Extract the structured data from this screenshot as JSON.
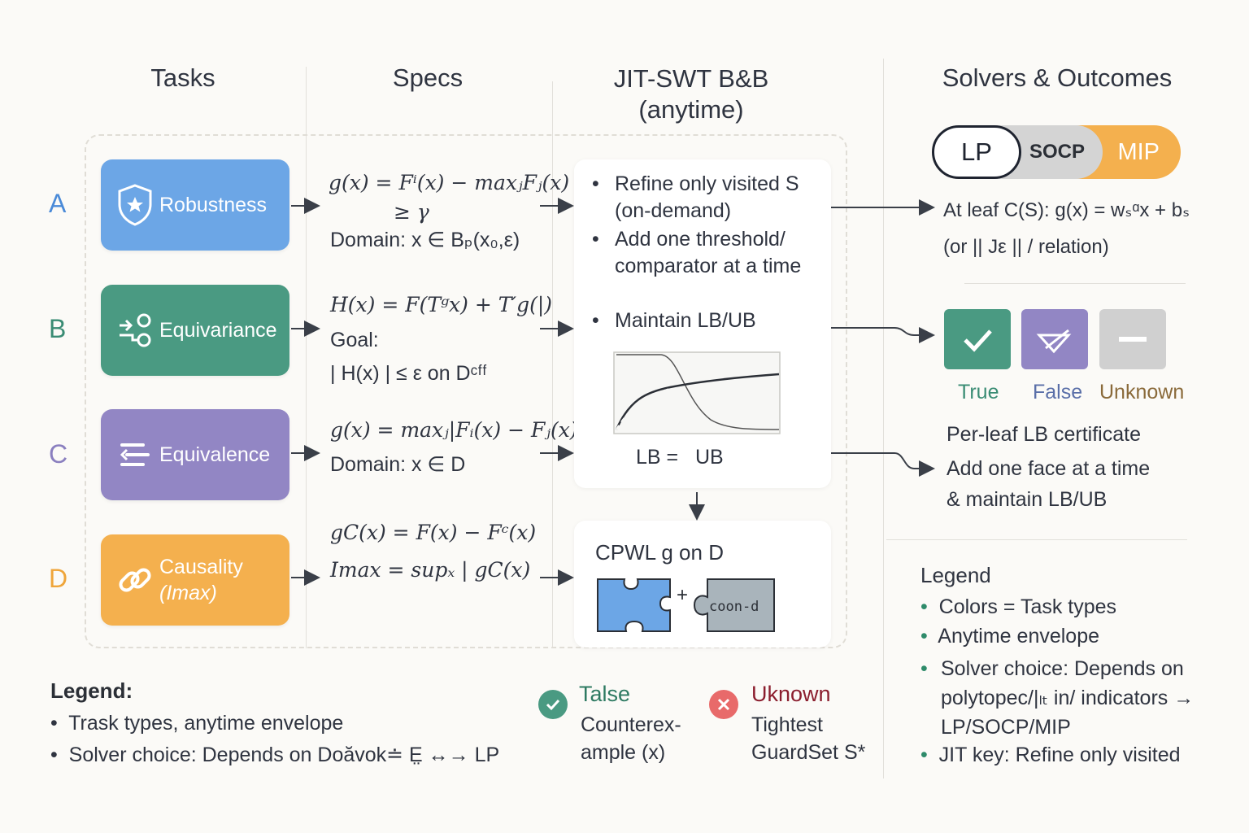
{
  "headers": {
    "tasks": "Tasks",
    "specs": "Specs",
    "jit_line1": "JIT-SWT B&B",
    "jit_line2": "(anytime)",
    "solvers": "Solvers & Outcomes"
  },
  "rows": [
    {
      "letter": "A",
      "color": "#4a8ad8",
      "task": "Robustness",
      "task_sub": "",
      "task_color": "#6ca6e6",
      "icon": "shield-star-icon"
    },
    {
      "letter": "B",
      "color": "#3a8c74",
      "task": "Equivariance",
      "task_sub": "",
      "task_color": "#4a9a82",
      "icon": "nodes-icon"
    },
    {
      "letter": "C",
      "color": "#8a7fbf",
      "task": "Equivalence",
      "task_sub": "",
      "task_color": "#9286c4",
      "icon": "sliders-icon"
    },
    {
      "letter": "D",
      "color": "#efa53a",
      "task": "Causality",
      "task_sub": "(Imax)",
      "task_color": "#f4b04e",
      "icon": "link-icon"
    }
  ],
  "specs": {
    "a_line1": "g(x) = Fⁱ(x) − maxⱼFⱼ(x)",
    "a_line2": "≥ γ",
    "a_line3": "Domain: x ∈ Bₚ(x₀,ε)",
    "b_line1": "H(x) = F(Tᵍx) + T′g(|)",
    "b_line2": "Goal:",
    "b_line3": "| H(x) | ≤ ε on Dᶜᶠᶠ",
    "c_line1": "g(x) = maxⱼ|Fᵢ(x) − Fⱼ(x)",
    "c_line2": "Domain: x ∈ D",
    "d_line1": "gC(x) = F(x) − Fᶜ(x)",
    "d_line2": "Imax = supₓ | gC(x)"
  },
  "jit": {
    "bullets": [
      "Refine only visited S (on-demand)",
      "Add one threshold/ comparator at a time",
      "Maintain  LB/UB"
    ],
    "bound_label": "LB =   UB",
    "cpwl_title": "CPWL g on D",
    "puzzle_plus": "+",
    "puzzle_label": "coon-d"
  },
  "solvers": {
    "pills": [
      "LP",
      "SOCP",
      "MIP"
    ],
    "leaf_line1": "At leaf C(S): g(x) = wₛᵅx + bₛ",
    "leaf_line2": "(or || Jε || / relation)",
    "outcomes": [
      {
        "label": "True",
        "color": "#3a8c74",
        "box": "#4a9a82",
        "icon": "check-icon"
      },
      {
        "label": "False",
        "color": "#5a6fa8",
        "box": "#9286c4",
        "icon": "crossed-triangle-icon"
      },
      {
        "label": "Unknown",
        "color": "#8a6a3a",
        "box": "#d0d0d0",
        "icon": "minus-icon"
      }
    ],
    "cert_lines": [
      "Per-leaf LB certificate",
      "Add one face at a time",
      "& maintain LB/UB"
    ]
  },
  "legend_right": {
    "title": "Legend",
    "items": [
      "Colors = Task types",
      "Anytime envelope",
      "Solver choice: Depends on polytopec/|ₗₜ in/ indicators → LP/SOCP/MIP",
      "JIT key: Refine only visited"
    ]
  },
  "legend_bottom": {
    "title": "Legend:",
    "items": [
      "Trask types, anytime envelope",
      "Solver choice: Depends on Doăvok≐ E̤ ↔→ LP"
    ]
  },
  "status": {
    "false_title": "Talse",
    "false_line1": "Counterex-",
    "false_line2": "ample (x)",
    "unknown_title": "Uknown",
    "unknown_line1": "Tightest",
    "unknown_line2": "GuardSet S*"
  },
  "colors": {
    "true_green": "#4a9a82",
    "unknown_red": "#e86a6a",
    "pill_mip": "#f4b04e",
    "pill_socp": "#d4d4d4"
  }
}
